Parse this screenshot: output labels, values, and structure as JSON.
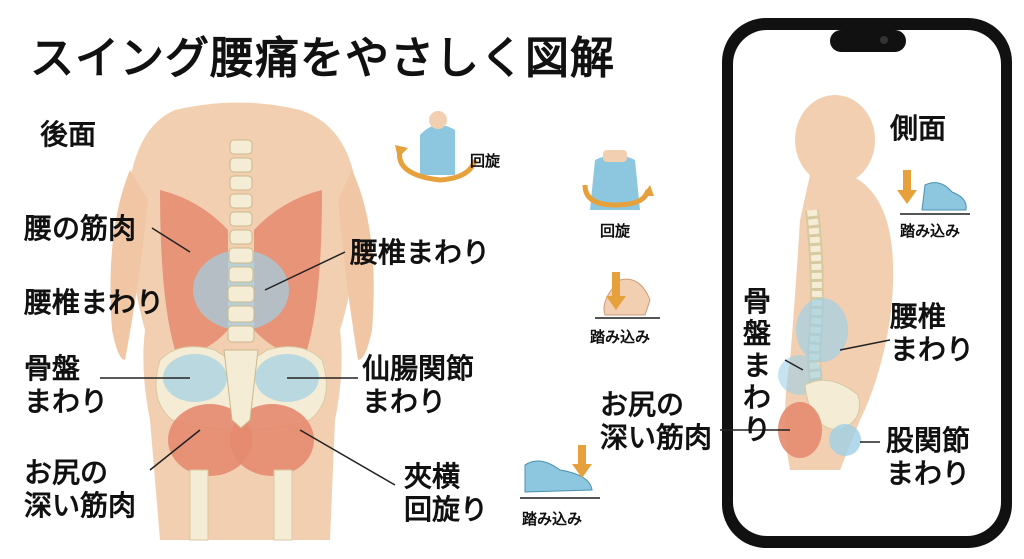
{
  "title": "スイング腰痛をやさしく図解",
  "back_view": {
    "heading": "後面",
    "labels": {
      "lower_back_muscles": "腰の筋肉",
      "lumbar_left": "腰椎まわり",
      "lumbar_right": "腰椎まわり",
      "pelvis": "骨盤\nまわり",
      "sacroiliac": "仙腸関節\nまわり",
      "gluteal": "お尻の\n深い筋肉",
      "pinch_rotation": "夾横\n回旋り"
    }
  },
  "motion_icons": {
    "rotation_top": "回旋",
    "rotation_mid": "回旋",
    "step_mid": "踏み込み",
    "step_bottom": "踏み込み"
  },
  "side_view": {
    "heading": "側面",
    "step_label": "踏み込み",
    "labels": {
      "pelvis": "骨盤まわり",
      "lumbar": "腰椎\nまわり",
      "gluteal": "お尻の\n深い筋肉",
      "hip_joint": "股関節\nまわり"
    }
  },
  "colors": {
    "skin": "#f3cfb1",
    "muscle": "#e58a70",
    "bone": "#f4ecd4",
    "spine_highlight": "#9fd0e6",
    "phone_frame": "#111111",
    "icon_shirt": "#8cc7df",
    "arrow": "#e6a13c"
  }
}
